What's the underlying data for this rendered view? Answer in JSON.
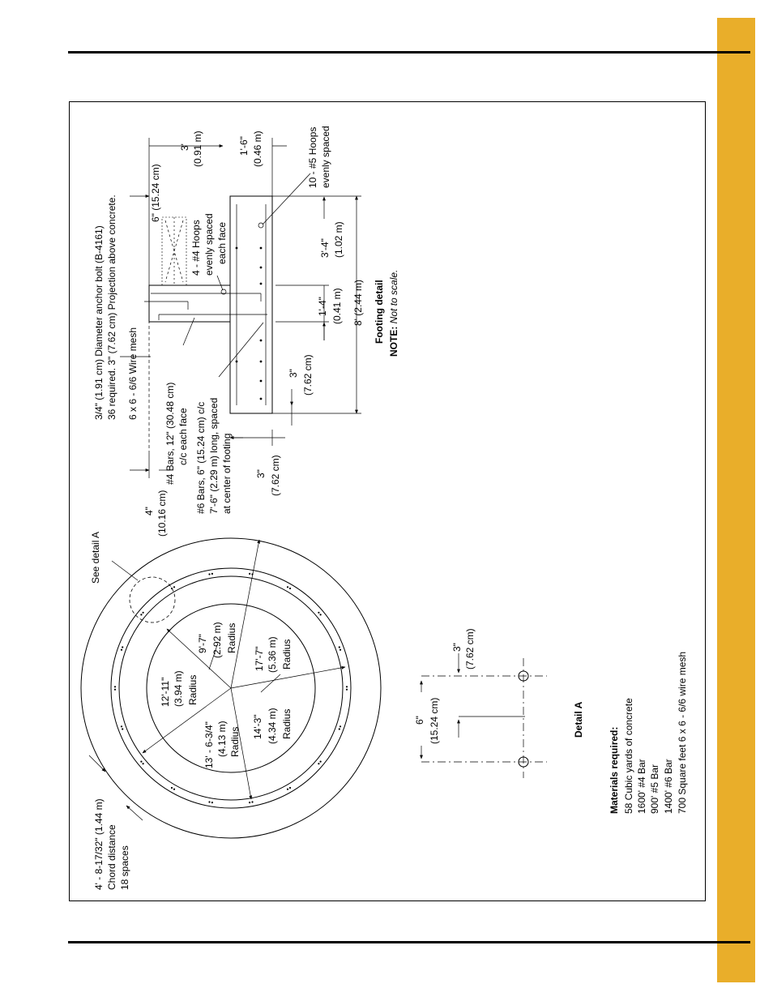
{
  "colors": {
    "tab": "#e9ae2a",
    "rule": "#000000"
  },
  "footing": {
    "title": "Footing detail",
    "note_label": "NOTE:",
    "note_text": "Not to scale.",
    "anchor_bolt_1": "3/4\" (1.91 cm) Diameter anchor bolt (B-4161)",
    "anchor_bolt_2": "36 required. 3\" (7.62 cm) Projection above concrete.",
    "wire_mesh": "6 x 6 - 6/6 Wire mesh",
    "dim_6in": "6\" (15.24 cm)",
    "dim_3ft_a": "3'",
    "dim_3ft_b": "(0.91 m)",
    "dim_1ft6_a": "1'-6\"",
    "dim_1ft6_b": "(0.46 m)",
    "hoops5_1": "10 - #5 Hoops",
    "hoops5_2": "evenly spaced",
    "hoops4_1": "4 - #4 Hoops",
    "hoops4_2": "evenly spaced",
    "hoops4_3": "each face",
    "bars4_1": "#4 Bars, 12\" (30.48 cm)",
    "bars4_2": "c/c each face",
    "bars6_1": "#6 Bars, 6\" (15.24 cm) c/c",
    "bars6_2": "7'-6\" (2.29 m) long, spaced",
    "bars6_3": "at center of footing",
    "dim_4in_a": "4\"",
    "dim_4in_b": "(10.16 cm)",
    "dim_3in_bot_a": "3\"",
    "dim_3in_bot_b": "(7.62 cm)",
    "dim_3in_in_a": "3\"",
    "dim_3in_in_b": "(7.62 cm)",
    "dim_1ft4_a": "1'-4\"",
    "dim_1ft4_b": "(0.41 m)",
    "dim_3ft4_a": "3'-4\"",
    "dim_3ft4_b": "(1.02 m)",
    "dim_8ft": "8' (2.44 m)"
  },
  "plan": {
    "see_detail": "See detail A",
    "r1_a": "12'-11\"",
    "r1_b": "(3.94 m)",
    "r1_c": "Radius",
    "r2_a": "9'-7\"",
    "r2_b": "(2.92 m)",
    "r2_c": "Radius",
    "r3_a": "17'-7\"",
    "r3_b": "(5.36 m)",
    "r3_c": "Radius",
    "r4_a": "14'-3\"",
    "r4_b": "(4.34 m)",
    "r4_c": "Radius",
    "r5_a": "13' - 6-3/4\"",
    "r5_b": "(4.13 m)",
    "r5_c": "Radius",
    "chord_1": "4' - 8-17/32\" (1.44 m)",
    "chord_2": "Chord distance",
    "chord_3": "18 spaces"
  },
  "detail_a": {
    "title": "Detail A",
    "dim_3in_a": "3\"",
    "dim_3in_b": "(7.62 cm)",
    "dim_6in_a": "6\"",
    "dim_6in_b": "(15.24 cm)"
  },
  "materials": {
    "title": "Materials required:",
    "items": [
      "58 Cubic yards of concrete",
      "1600' #4 Bar",
      "900' #5 Bar",
      "1400' #6 Bar",
      "700 Square feet 6 x 6 - 6/6 wire mesh"
    ]
  }
}
